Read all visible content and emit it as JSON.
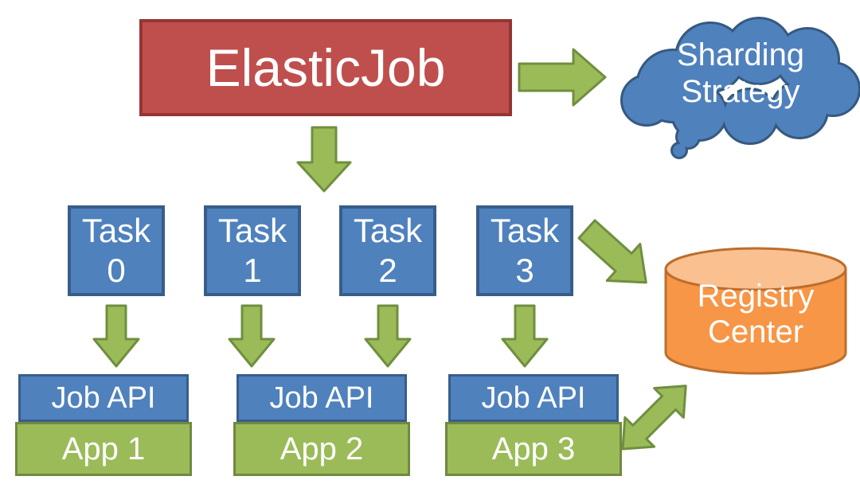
{
  "diagram": {
    "title_hint": "ElasticJob sharding architecture diagram",
    "root": {
      "label": "ElasticJob"
    },
    "cloud": {
      "line1": "Sharding",
      "line2": "Strategy"
    },
    "tasks": [
      {
        "line1": "Task",
        "line2": "0"
      },
      {
        "line1": "Task",
        "line2": "1"
      },
      {
        "line1": "Task",
        "line2": "2"
      },
      {
        "line1": "Task",
        "line2": "3"
      }
    ],
    "registry": {
      "line1": "Registry",
      "line2": "Center"
    },
    "apps": [
      {
        "api_label": "Job API",
        "app_label": "App 1"
      },
      {
        "api_label": "Job API",
        "app_label": "App 2"
      },
      {
        "api_label": "Job API",
        "app_label": "App 3"
      }
    ],
    "colors": {
      "red_fill": "#bf4f4d",
      "red_border": "#943634",
      "blue_fill": "#4f81bd",
      "blue_border": "#385d8a",
      "green_fill": "#9bbb59",
      "green_border": "#6f8f3f",
      "orange_fill": "#f79646",
      "orange_top": "#fac08f",
      "orange_border": "#bd6e2c",
      "cloud_fill": "#4f81bd",
      "cloud_border": "#36597f",
      "text": "#ffffff",
      "background": "#ffffff"
    }
  }
}
